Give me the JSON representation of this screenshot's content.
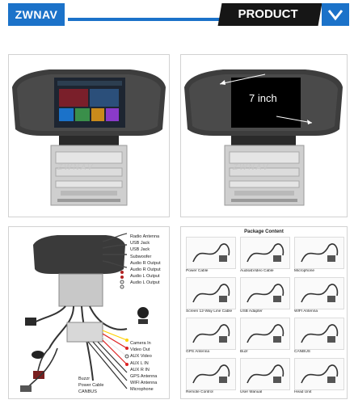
{
  "header": {
    "brand": "ZWNAV",
    "title": "PRODUCT DETAILS",
    "chevron_icon": "chevron-down-icon",
    "accent_color": "#1b72c9",
    "dark_color": "#161616"
  },
  "front": {
    "watermark": "ZWNAV"
  },
  "back": {
    "screen_size": "7 inch",
    "watermark": "ZWNAV"
  },
  "wiring": {
    "labels_top": [
      "Radio Antenna",
      "USB Jack",
      "USB Jack",
      "Subwoofer",
      "Audio R Output",
      "Audio R Output",
      "Audio L Output",
      "Audio L Output"
    ],
    "labels_bottom": [
      "Camera In",
      "Video Out",
      "AUX Video",
      "AUX L IN",
      "AUX R IN",
      "GPS Antenna",
      "WIFI Antenna",
      "Microphone"
    ],
    "labels_left": [
      "Buzzr",
      "Power Cable",
      "CANBUS"
    ]
  },
  "package": {
    "title": "Package Content",
    "items": [
      {
        "label": "Power Cable"
      },
      {
        "label": "Audio&Video Cable"
      },
      {
        "label": "Microphone"
      },
      {
        "label": "Screen 12-Way Line Cable"
      },
      {
        "label": "USB Adapter"
      },
      {
        "label": "WIFI Antenna"
      },
      {
        "label": "GPS Antenna"
      },
      {
        "label": "Buzr"
      },
      {
        "label": "CANBUS"
      },
      {
        "label": "Remote Control"
      },
      {
        "label": "User Manual"
      },
      {
        "label": "Head Unit"
      }
    ]
  }
}
